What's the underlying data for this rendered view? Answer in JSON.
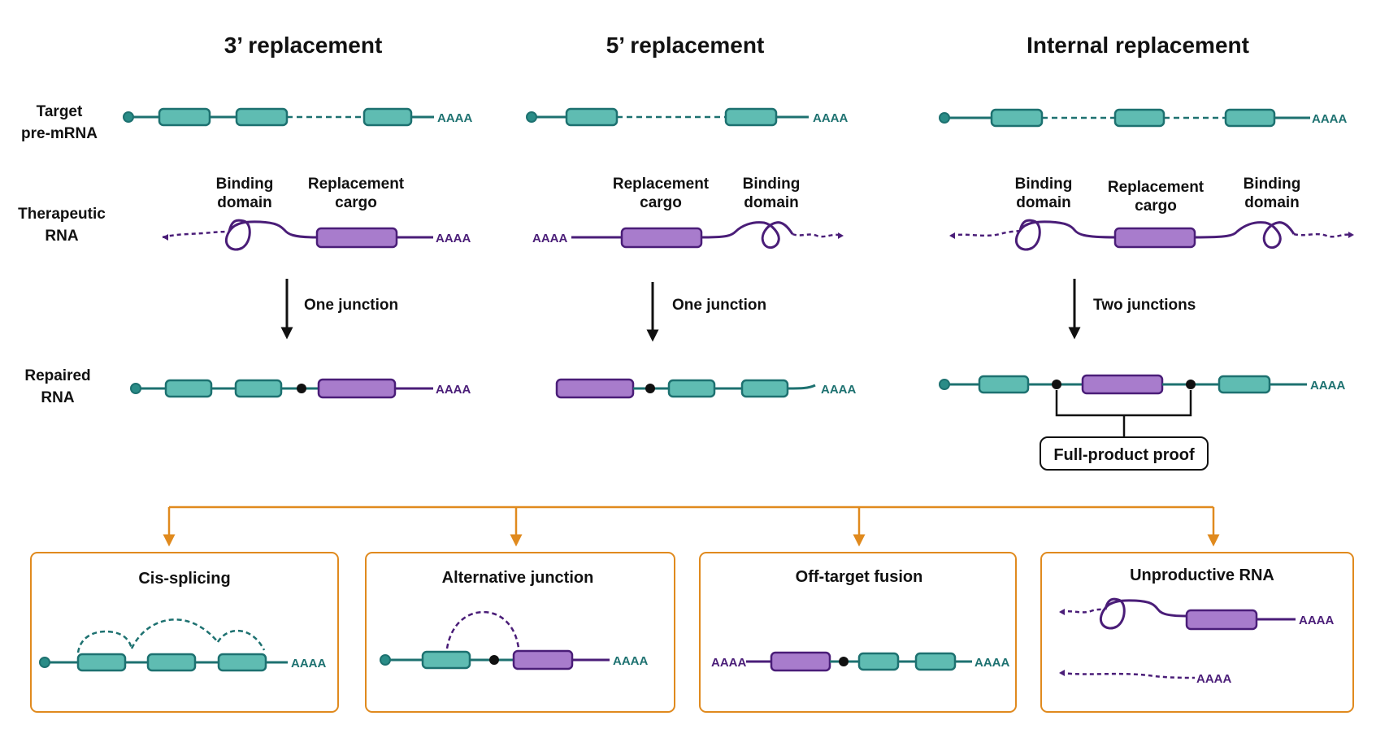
{
  "columns": {
    "three_prime": {
      "title": "3’ replacement",
      "arrow_label": "One junction"
    },
    "five_prime": {
      "title": "5’ replacement",
      "arrow_label": "One junction"
    },
    "internal": {
      "title": "Internal replacement",
      "arrow_label": "Two junctions"
    }
  },
  "rows": {
    "target": [
      "Target",
      "pre-mRNA"
    ],
    "therapeutic": [
      "Therapeutic",
      "RNA"
    ],
    "repaired": [
      "Repaired",
      "RNA"
    ]
  },
  "labels": {
    "binding_domain": [
      "Binding",
      "domain"
    ],
    "replacement_cargo": [
      "Replacement",
      "cargo"
    ],
    "poly_a": "AAAA",
    "full_product": "Full-product proof"
  },
  "outcomes": [
    {
      "title": "Cis-splicing"
    },
    {
      "title": "Alternative junction"
    },
    {
      "title": "Off-target fusion"
    },
    {
      "title": "Unproductive RNA"
    }
  ],
  "colors": {
    "teal": "#1d7170",
    "teal_fill": "#5fbcb2",
    "purple": "#4a1d78",
    "purple_fill": "#a87ccc",
    "orange": "#e08a1e",
    "black": "#111111"
  }
}
